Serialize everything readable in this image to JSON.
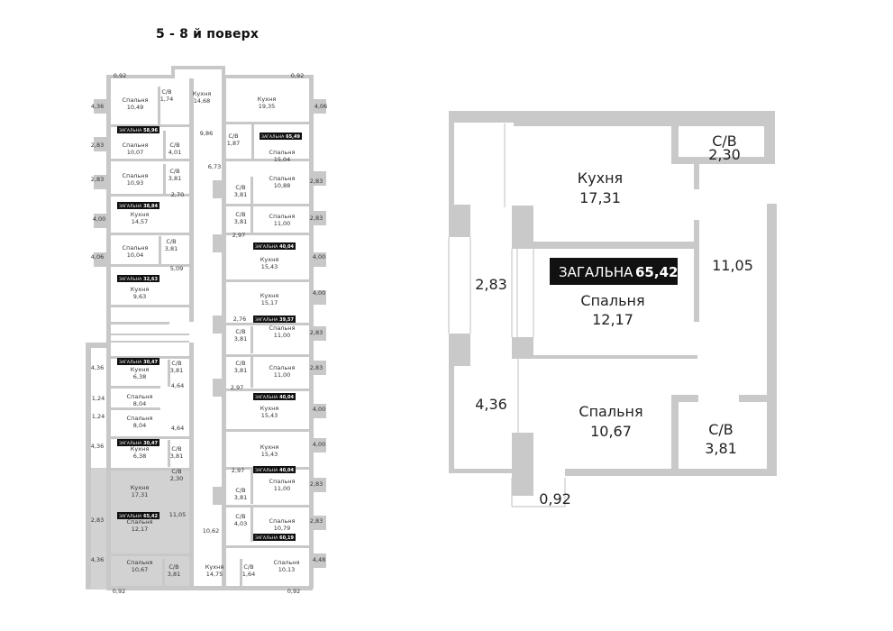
{
  "title": "5 - 8 й поверх",
  "overview": {
    "total_tags": [
      {
        "label": "ЗАГАЛЬНА",
        "value": "58,96"
      },
      {
        "label": "ЗАГАЛЬНА",
        "value": "65,49"
      },
      {
        "label": "ЗАГАЛЬНА",
        "value": "38,84"
      },
      {
        "label": "ЗАГАЛЬНА",
        "value": "40,04"
      },
      {
        "label": "ЗАГАЛЬНА",
        "value": "32,63"
      },
      {
        "label": "ЗАГАЛЬНА",
        "value": "39,57"
      },
      {
        "label": "ЗАГАЛЬНА",
        "value": "30,47"
      },
      {
        "label": "ЗАГАЛЬНА",
        "value": "40,04"
      },
      {
        "label": "ЗАГАЛЬНА",
        "value": "30,47"
      },
      {
        "label": "ЗАГАЛЬНА",
        "value": "40,04"
      },
      {
        "label": "ЗАГАЛЬНА",
        "value": "65,42"
      },
      {
        "label": "ЗАГАЛЬНА",
        "value": "60,19"
      }
    ],
    "rooms": [
      {
        "name": "Спальня",
        "area": "10,49"
      },
      {
        "name": "С/В",
        "area": "1,74"
      },
      {
        "name": "Кухня",
        "area": "14,68"
      },
      {
        "name": "Кухня",
        "area": "19,35"
      },
      {
        "name": "Спальня",
        "area": "10,07"
      },
      {
        "name": "С/В",
        "area": "4,01"
      },
      {
        "name": "С/В",
        "area": "1,87"
      },
      {
        "name": "Спальня",
        "area": "15,04"
      },
      {
        "name": "Спальня",
        "area": "10,93"
      },
      {
        "name": "С/В",
        "area": "3,81"
      },
      {
        "name": "С/В",
        "area": "3,81"
      },
      {
        "name": "Спальня",
        "area": "10,88"
      },
      {
        "name": "Кухня",
        "area": "14,57"
      },
      {
        "name": "С/В",
        "area": "3,81"
      },
      {
        "name": "Спальня",
        "area": "11,00"
      },
      {
        "name": "Спальня",
        "area": "10,04"
      },
      {
        "name": "С/В",
        "area": "3,81"
      },
      {
        "name": "Кухня",
        "area": "15,43"
      },
      {
        "name": "Кухня",
        "area": "9,63"
      },
      {
        "name": "Кухня",
        "area": "15,17"
      },
      {
        "name": "С/В",
        "area": "3,81"
      },
      {
        "name": "Спальня",
        "area": "11,00"
      },
      {
        "name": "Кухня",
        "area": "6,38"
      },
      {
        "name": "С/В",
        "area": "3,81"
      },
      {
        "name": "С/В",
        "area": "3,81"
      },
      {
        "name": "Спальня",
        "area": "11,00"
      },
      {
        "name": "Спальня",
        "area": "8,04"
      },
      {
        "name": "Кухня",
        "area": "15,43"
      },
      {
        "name": "Спальня",
        "area": "8,04"
      },
      {
        "name": "Кухня",
        "area": "6,38"
      },
      {
        "name": "С/В",
        "area": "3,81"
      },
      {
        "name": "Кухня",
        "area": "15,43"
      },
      {
        "name": "С/В",
        "area": "2,30"
      },
      {
        "name": "Кухня",
        "area": "17,31"
      },
      {
        "name": "С/В",
        "area": "3,81"
      },
      {
        "name": "Спальня",
        "area": "11,00"
      },
      {
        "name": "Спальня",
        "area": "12,17"
      },
      {
        "name": "С/В",
        "area": "4,03"
      },
      {
        "name": "Спальня",
        "area": "10,79"
      },
      {
        "name": "Спальня",
        "area": "10,67"
      },
      {
        "name": "С/В",
        "area": "3,81"
      },
      {
        "name": "Кухня",
        "area": "14,75"
      },
      {
        "name": "С/В",
        "area": "1,64"
      },
      {
        "name": "Спальня",
        "area": "10,13"
      }
    ],
    "dims": [
      "0,92",
      "0,92",
      "4,36",
      "4,06",
      "2,83",
      "9,86",
      "6,73",
      "2,83",
      "2,83",
      "2,70",
      "4,00",
      "2,83",
      "2,97",
      "4,06",
      "4,00",
      "5,09",
      "4,00",
      "2,76",
      "2,83",
      "4,36",
      "2,83",
      "1,24",
      "4,64",
      "2,97",
      "1,24",
      "4,00",
      "4,64",
      "4,36",
      "4,00",
      "2,97",
      "2,83",
      "2,83",
      "11,05",
      "2,83",
      "10,62",
      "4,36",
      "4,48",
      "0,92",
      "0,92"
    ]
  },
  "detail": {
    "total_label": "ЗАГАЛЬНА",
    "total_value": "65,42",
    "kitchen": {
      "name": "Кухня",
      "area": "17,31"
    },
    "bath_top": {
      "name": "С/В",
      "area": "2,30"
    },
    "bedroom1": {
      "name": "Спальня",
      "area": "12,17"
    },
    "bedroom2": {
      "name": "Спальня",
      "area": "10,67"
    },
    "bath_bottom": {
      "name": "С/В",
      "area": "3,81"
    },
    "dim_right": "11,05",
    "dim_left_top": "2,83",
    "dim_left_bottom": "4,36",
    "dim_bottom": "0,92"
  }
}
